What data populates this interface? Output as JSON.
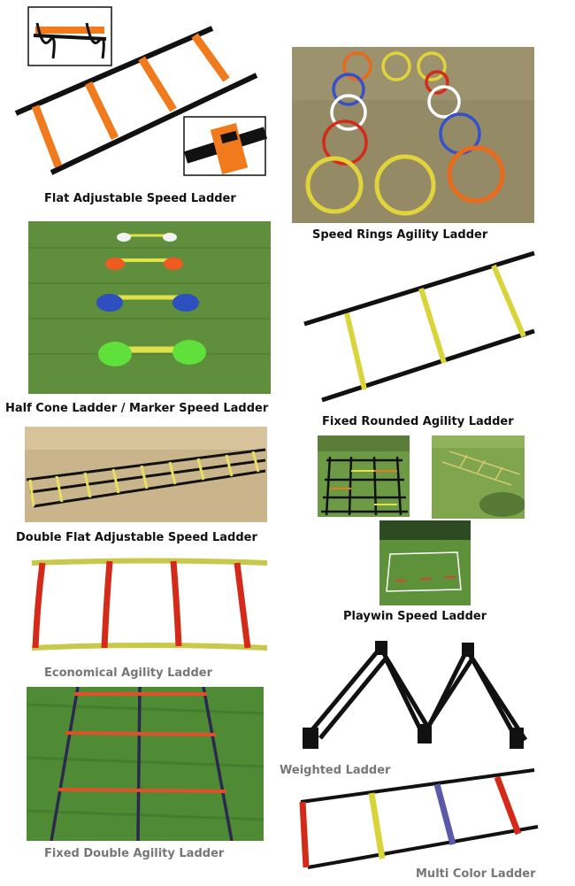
{
  "captions": {
    "flat_adjustable": "Flat Adjustable Speed Ladder",
    "speed_rings": "Speed Rings Agility Ladder",
    "half_cone": "Half Cone Ladder / Marker Speed Ladder",
    "fixed_rounded": "Fixed Rounded Agility Ladder",
    "double_flat": "Double Flat Adjustable Speed Ladder",
    "playwin": "Playwin Speed Ladder",
    "economical": "Economical Agility Ladder",
    "weighted": "Weighted Ladder",
    "fixed_double": "Fixed Double Agility Ladder",
    "multi_color": "Multi Color Ladder"
  },
  "colors": {
    "orange": "#f07a1c",
    "black": "#111111",
    "yellow": "#d8d43a",
    "red": "#d42a1a",
    "blue": "#3550c8",
    "grass": "#5f8f3c",
    "dry_grass": "#9a8f6a",
    "sand": "#c9b48b"
  }
}
